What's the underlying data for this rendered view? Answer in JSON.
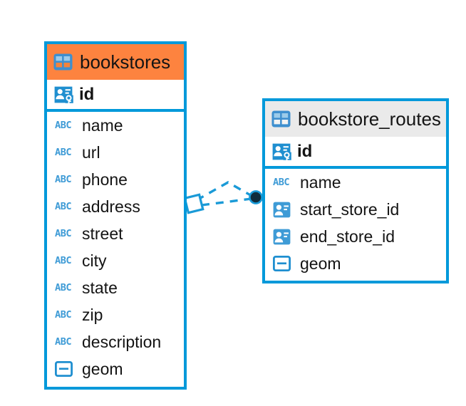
{
  "diagram": {
    "type": "entity-relationship-diagram",
    "background": "#ffffff",
    "accent_color": "#0099da",
    "highlight_color": "#fd833f",
    "header_gray": "#eaeaea",
    "text_color": "#141414",
    "abc_icon_color": "#3e9bd6"
  },
  "entities": [
    {
      "name": "bookstores",
      "header_icon": "table-icon",
      "header_style": "orange",
      "primary_key": {
        "label": "id",
        "icon": "primary-key-icon"
      },
      "fields": [
        {
          "label": "name",
          "icon": "abc-text-icon",
          "type": "text"
        },
        {
          "label": "url",
          "icon": "abc-text-icon",
          "type": "text"
        },
        {
          "label": "phone",
          "icon": "abc-text-icon",
          "type": "text"
        },
        {
          "label": "address",
          "icon": "abc-text-icon",
          "type": "text"
        },
        {
          "label": "street",
          "icon": "abc-text-icon",
          "type": "text"
        },
        {
          "label": "city",
          "icon": "abc-text-icon",
          "type": "text"
        },
        {
          "label": "state",
          "icon": "abc-text-icon",
          "type": "text"
        },
        {
          "label": "zip",
          "icon": "abc-text-icon",
          "type": "text"
        },
        {
          "label": "description",
          "icon": "abc-text-icon",
          "type": "text"
        },
        {
          "label": "geom",
          "icon": "geometry-icon",
          "type": "geometry"
        }
      ]
    },
    {
      "name": "bookstore_routes",
      "header_icon": "table-icon",
      "header_style": "gray",
      "primary_key": {
        "label": "id",
        "icon": "primary-key-icon"
      },
      "fields": [
        {
          "label": "name",
          "icon": "abc-text-icon",
          "type": "text"
        },
        {
          "label": "start_store_id",
          "icon": "foreign-key-icon",
          "type": "foreign-key"
        },
        {
          "label": "end_store_id",
          "icon": "foreign-key-icon",
          "type": "foreign-key"
        },
        {
          "label": "geom",
          "icon": "geometry-icon",
          "type": "geometry"
        }
      ]
    }
  ],
  "relationship": {
    "source_marker": "diamond-marker",
    "target_marker": "filled-circle-marker",
    "line_style": "dashed",
    "line_color": "#1a9ad7"
  },
  "abc_icon_text": "ABC"
}
